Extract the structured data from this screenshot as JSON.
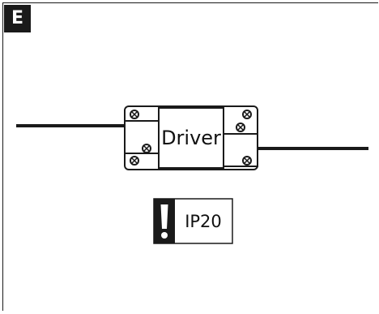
{
  "figure": {
    "panel_letter": "E",
    "device_label": "Driver",
    "rating_label": "IP20",
    "warning_symbol": "!"
  },
  "colors": {
    "ink": "#1a1a1a",
    "paper": "#ffffff"
  },
  "icons": [
    "screw-terminal-icon",
    "exclamation-icon"
  ]
}
